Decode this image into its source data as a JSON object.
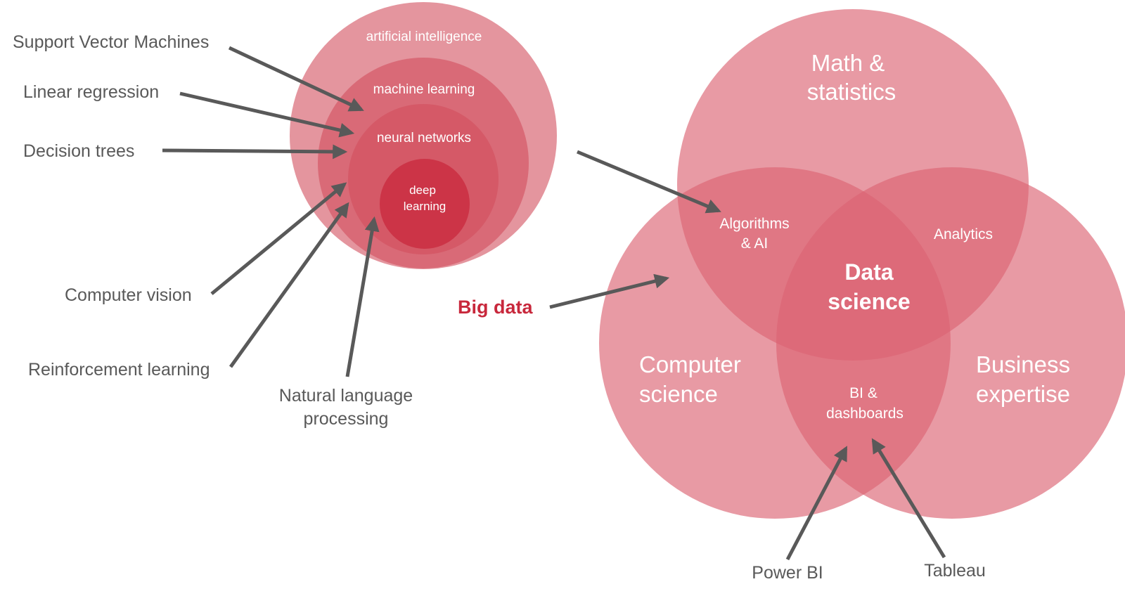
{
  "colors": {
    "circle_fill": "#d24f5e",
    "venn_fill": "#dc6473",
    "arrow": "#595959",
    "label": "#595959",
    "accent": "#c8283c"
  },
  "nested_circles": {
    "ai": "artificial intelligence",
    "ml": "machine learning",
    "nn": "neural networks",
    "dl_line1": "deep",
    "dl_line2": "learning"
  },
  "left_labels": {
    "svm": "Support Vector Machines",
    "linreg": "Linear regression",
    "dtrees": "Decision trees",
    "cv": "Computer vision",
    "rl": "Reinforcement learning",
    "nlp_line1": "Natural language",
    "nlp_line2": "processing"
  },
  "venn": {
    "math_line1": "Math &",
    "math_line2": "statistics",
    "cs_line1": "Computer",
    "cs_line2": "science",
    "biz_line1": "Business",
    "biz_line2": "expertise",
    "algo_line1": "Algorithms",
    "algo_line2": "& AI",
    "analytics": "Analytics",
    "core_line1": "Data",
    "core_line2": "science",
    "bi_line1": "BI &",
    "bi_line2": "dashboards"
  },
  "right_labels": {
    "bigdata": "Big data",
    "powerbi": "Power BI",
    "tableau": "Tableau"
  }
}
